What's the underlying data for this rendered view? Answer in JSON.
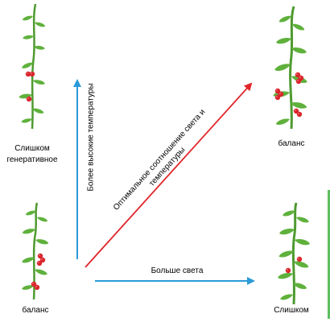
{
  "labels": {
    "top_left": "Слишком\nгенеративное",
    "top_right": "баланс",
    "bottom_left": "баланс",
    "bottom_right": "Слишком",
    "axis_vertical": "Более высокие температуры",
    "axis_horizontal": "Больше света",
    "axis_diagonal": "Оптимальное соотношение света и\nтемпературы"
  },
  "colors": {
    "vertical_arrow": "#2b9ad8",
    "horizontal_arrow": "#2b9ad8",
    "diagonal_arrow": "#e0262a",
    "plant_stem": "#4e9a2f",
    "plant_leaf": "#5fb13c",
    "tomato": "#d9262c"
  }
}
